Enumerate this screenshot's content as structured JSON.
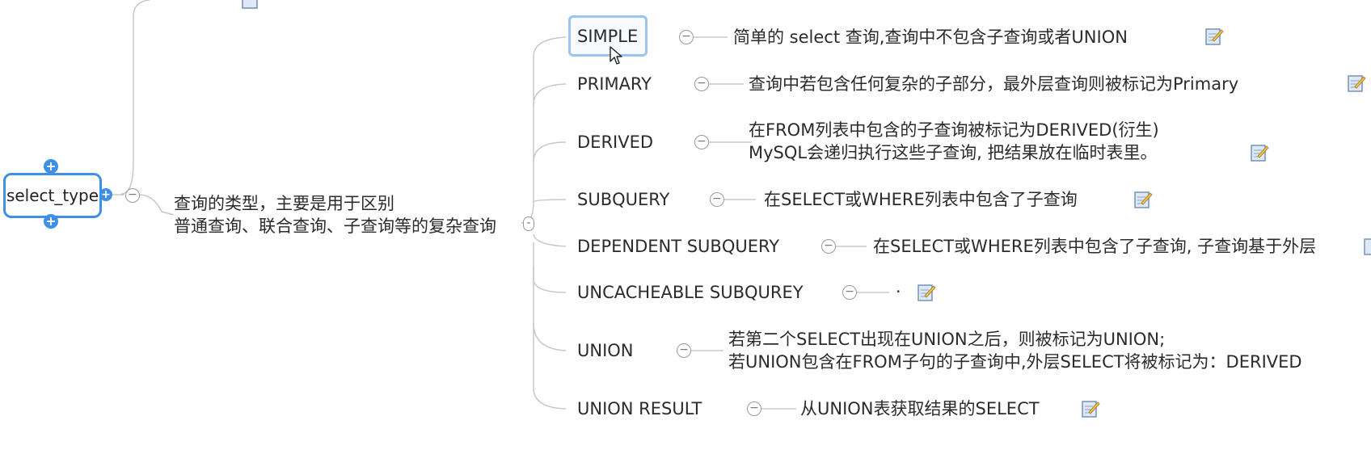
{
  "root": {
    "label": "select_type"
  },
  "branch": {
    "description_line1": "查询的类型，主要是用于区别",
    "description_line2": "普通查询、联合查询、子查询等的复杂查询"
  },
  "types": [
    {
      "label": "SIMPLE",
      "desc": [
        "简单的 select 查询,查询中不包含子查询或者UNION"
      ]
    },
    {
      "label": "PRIMARY",
      "desc": [
        "查询中若包含任何复杂的子部分，最外层查询则被标记为Primary"
      ]
    },
    {
      "label": "DERIVED",
      "desc": [
        "在FROM列表中包含的子查询被标记为DERIVED(衍生)",
        "MySQL会递归执行这些子查询, 把结果放在临时表里。"
      ]
    },
    {
      "label": "SUBQUERY",
      "desc": [
        "在SELECT或WHERE列表中包含了子查询"
      ]
    },
    {
      "label": "DEPENDENT SUBQUERY",
      "desc": [
        "在SELECT或WHERE列表中包含了子查询, 子查询基于外层"
      ]
    },
    {
      "label": "UNCACHEABLE SUBQUREY",
      "desc": [
        "·"
      ]
    },
    {
      "label": "UNION",
      "desc": [
        "若第二个SELECT出现在UNION之后，则被标记为UNION;",
        "若UNION包含在FROM子句的子查询中,外层SELECT将被标记为：DERIVED"
      ]
    },
    {
      "label": "UNION RESULT",
      "desc": [
        "从UNION表获取结果的SELECT"
      ]
    }
  ],
  "icons": {
    "expand": "plus-icon",
    "collapse": "minus-icon",
    "note": "note-icon",
    "cursor": "cursor-icon"
  },
  "colors": {
    "accent": "#3d8fe8",
    "selection": "#9cc4ee"
  }
}
